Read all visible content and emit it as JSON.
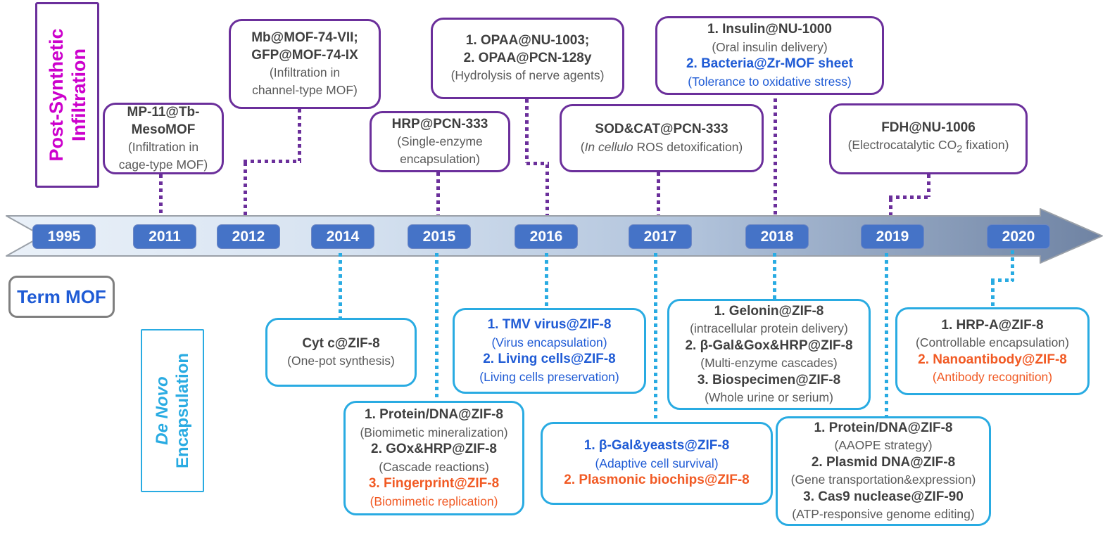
{
  "labels": {
    "post_synthetic": {
      "line1": "Post-Synthetic",
      "line2": "Infiltration"
    },
    "de_novo": {
      "line1": "De Novo",
      "line2": "Encapsulation"
    },
    "term_mof": "Term MOF"
  },
  "timeline": {
    "years": [
      "1995",
      "2011",
      "2012",
      "2014",
      "2015",
      "2016",
      "2017",
      "2018",
      "2019",
      "2020"
    ]
  },
  "colors": {
    "purple": "#6B2F9B",
    "magenta": "#CC00CC",
    "cyan": "#29ABE2",
    "blue": "#1F5BD5",
    "orange": "#F15A24",
    "dark": "#3F3F3F",
    "gray": "#595959",
    "badge": "#4573C7",
    "term_border": "#7F7F7F"
  },
  "boxes": {
    "mp11": {
      "category": "post-synthetic-infiltration",
      "year": "2011",
      "lines": [
        {
          "style": "t",
          "text": "MP-11@Tb-"
        },
        {
          "style": "t",
          "text": "MesoMOF"
        },
        {
          "style": "s",
          "text": "(Infiltration in"
        },
        {
          "style": "s",
          "text": "cage-type MOF)"
        }
      ]
    },
    "mb_gfp": {
      "category": "post-synthetic-infiltration",
      "year": "2012",
      "lines": [
        {
          "style": "t",
          "text": "Mb@MOF-74-VII;"
        },
        {
          "style": "t",
          "text": "GFP@MOF-74-IX"
        },
        {
          "style": "s",
          "text": "(Infiltration in"
        },
        {
          "style": "s",
          "text": "channel-type MOF)"
        }
      ]
    },
    "hrp": {
      "category": "post-synthetic-infiltration",
      "year": "2015",
      "lines": [
        {
          "style": "t",
          "text": "HRP@PCN-333"
        },
        {
          "style": "s",
          "text": "(Single-enzyme"
        },
        {
          "style": "s",
          "text": "encapsulation)"
        }
      ]
    },
    "opaa": {
      "category": "post-synthetic-infiltration",
      "year": "2016",
      "lines": [
        {
          "style": "t",
          "text": "1. OPAA@NU-1003;"
        },
        {
          "style": "t",
          "text": "2. OPAA@PCN-128y"
        },
        {
          "style": "s",
          "text": "(Hydrolysis of nerve agents)"
        }
      ]
    },
    "sod_cat": {
      "category": "post-synthetic-infiltration",
      "year": "2017",
      "lines": [
        {
          "style": "t",
          "text": "SOD&CAT@PCN-333"
        },
        {
          "style": "s",
          "text": "(In cellulo ROS detoxification)",
          "html": "(<i>In cellulo</i> ROS detoxification)"
        }
      ]
    },
    "insulin": {
      "category": "post-synthetic-infiltration",
      "year": "2018",
      "lines": [
        {
          "style": "t",
          "text": "1. Insulin@NU-1000"
        },
        {
          "style": "s",
          "text": "(Oral insulin delivery)"
        },
        {
          "style": "t blue",
          "text": "2. Bacteria@Zr-MOF sheet"
        },
        {
          "style": "s blue",
          "text": "(Tolerance to oxidative stress)"
        }
      ]
    },
    "fdh": {
      "category": "post-synthetic-infiltration",
      "year": "2019",
      "lines": [
        {
          "style": "t",
          "text": "FDH@NU-1006"
        },
        {
          "style": "s",
          "text": "(Electrocatalytic CO2 fixation)",
          "html": "(Electrocatalytic CO<sub>2</sub> fixation)"
        }
      ]
    },
    "cytc": {
      "category": "de-novo-encapsulation",
      "year": "2014",
      "lines": [
        {
          "style": "t",
          "text": "Cyt c@ZIF-8"
        },
        {
          "style": "s",
          "text": "(One-pot synthesis)"
        }
      ]
    },
    "tmv": {
      "category": "de-novo-encapsulation",
      "year": "2016",
      "lines": [
        {
          "style": "t blue",
          "text": "1. TMV virus@ZIF-8"
        },
        {
          "style": "s blue",
          "text": "(Virus encapsulation)"
        },
        {
          "style": "t blue",
          "text": "2. Living cells@ZIF-8"
        },
        {
          "style": "s blue",
          "text": "(Living cells preservation)"
        }
      ]
    },
    "protein_dna_2015": {
      "category": "de-novo-encapsulation",
      "year": "2015",
      "lines": [
        {
          "style": "t",
          "text": "1. Protein/DNA@ZIF-8"
        },
        {
          "style": "s",
          "text": "(Biomimetic mineralization)"
        },
        {
          "style": "t",
          "text": "2. GOx&HRP@ZIF-8"
        },
        {
          "style": "s",
          "text": "(Cascade reactions)"
        },
        {
          "style": "t orange",
          "text": "3. Fingerprint@ZIF-8"
        },
        {
          "style": "s orange",
          "text": "(Biomimetic replication)"
        }
      ]
    },
    "bgal_yeasts": {
      "category": "de-novo-encapsulation",
      "year": "2017",
      "lines": [
        {
          "style": "t blue",
          "text": "1. β-Gal&yeasts@ZIF-8"
        },
        {
          "style": "s blue",
          "text": "(Adaptive cell survival)"
        },
        {
          "style": "t orange",
          "text": "2. Plasmonic biochips@ZIF-8"
        }
      ]
    },
    "gelonin": {
      "category": "de-novo-encapsulation",
      "year": "2018",
      "lines": [
        {
          "style": "t",
          "text": "1. Gelonin@ZIF-8"
        },
        {
          "style": "s",
          "text": "(intracellular protein delivery)"
        },
        {
          "style": "t",
          "text": "2. β-Gal&Gox&HRP@ZIF-8"
        },
        {
          "style": "s",
          "text": "(Multi-enzyme cascades)"
        },
        {
          "style": "t",
          "text": "3. Biospecimen@ZIF-8"
        },
        {
          "style": "s",
          "text": "(Whole urine or serium)"
        }
      ]
    },
    "protein_dna_2019": {
      "category": "de-novo-encapsulation",
      "year": "2019",
      "lines": [
        {
          "style": "t",
          "text": "1. Protein/DNA@ZIF-8"
        },
        {
          "style": "s",
          "text": "(AAOPE strategy)"
        },
        {
          "style": "t",
          "text": "2. Plasmid DNA@ZIF-8"
        },
        {
          "style": "s",
          "text": "(Gene transportation&expression)"
        },
        {
          "style": "t",
          "text": "3. Cas9 nuclease@ZIF-90"
        },
        {
          "style": "s",
          "text": "(ATP-responsive genome editing)"
        }
      ]
    },
    "hrp_a": {
      "category": "de-novo-encapsulation",
      "year": "2020",
      "lines": [
        {
          "style": "t",
          "text": "1. HRP-A@ZIF-8"
        },
        {
          "style": "s",
          "text": "(Controllable encapsulation)"
        },
        {
          "style": "t orange",
          "text": "2. Nanoantibody@ZIF-8"
        },
        {
          "style": "s orange",
          "text": "(Antibody recognition)"
        }
      ]
    }
  }
}
